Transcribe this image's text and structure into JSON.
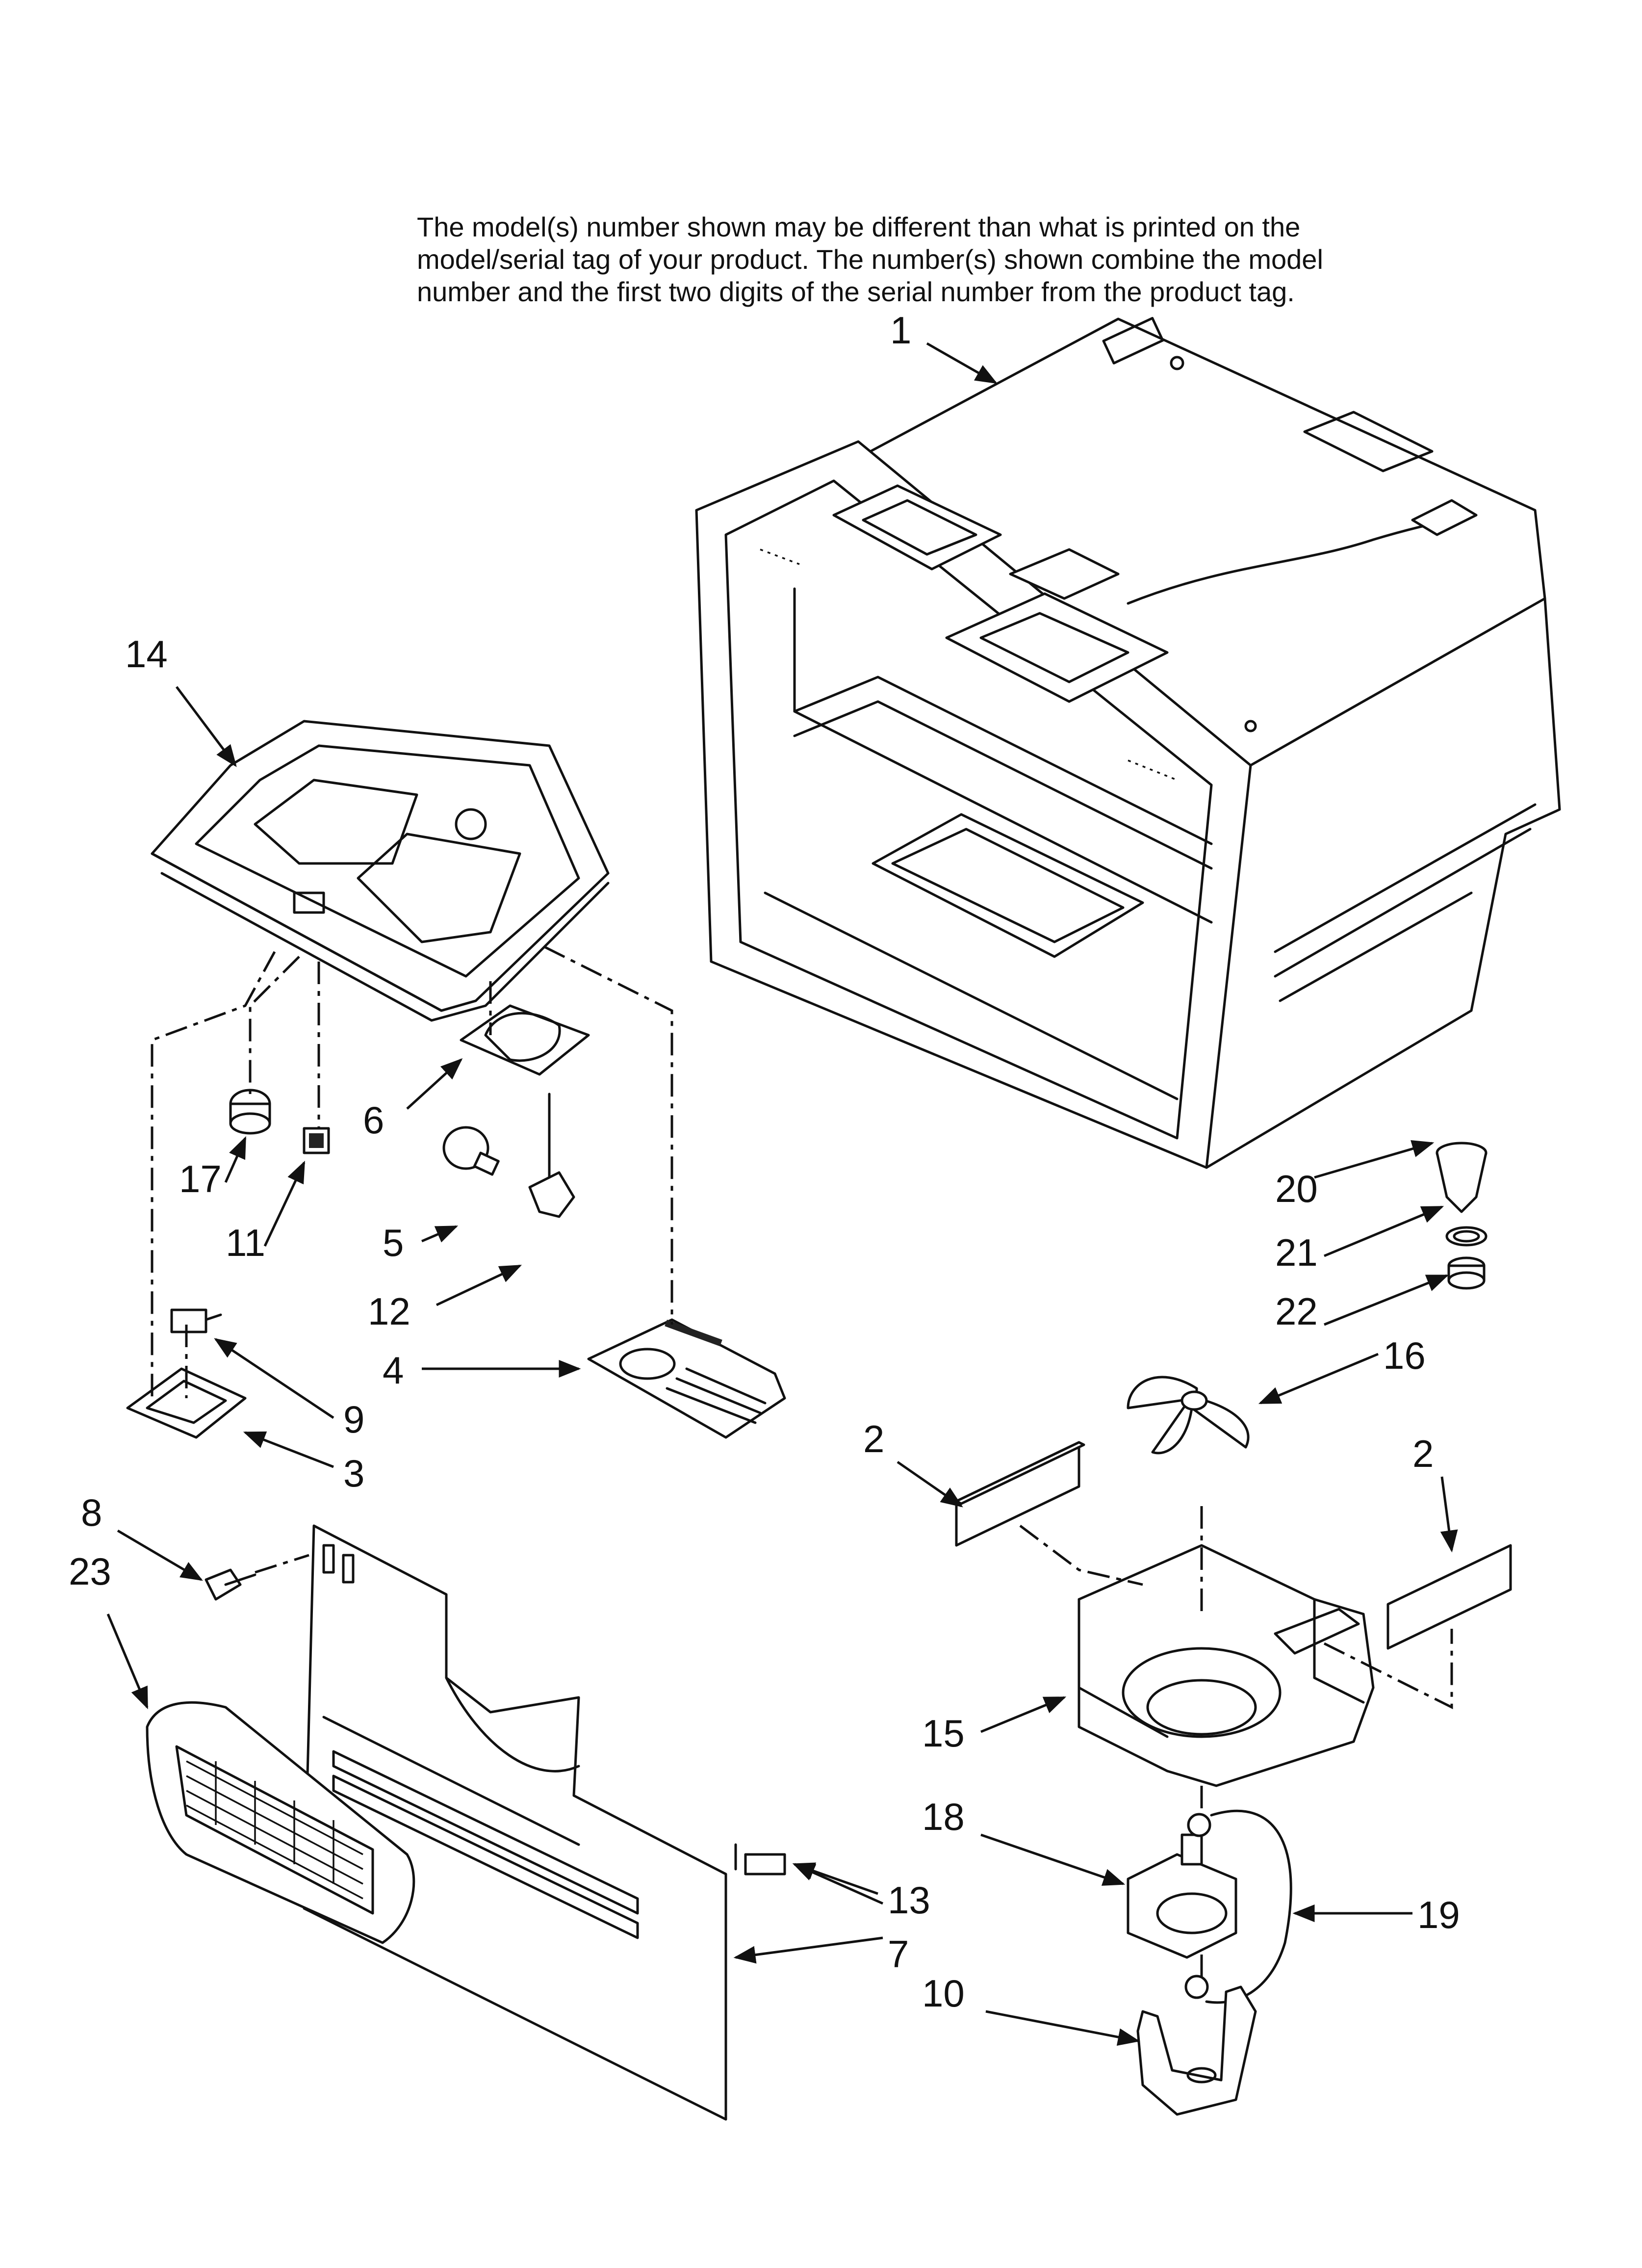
{
  "notice": {
    "line1": "The model(s) number shown may be different than what is printed on the",
    "line2": "model/serial tag of your product. The number(s) shown combine the model",
    "line3": "number and the first two digits of the serial number from the product tag."
  },
  "callouts": {
    "c1": "1",
    "c2a": "2",
    "c2b": "2",
    "c3": "3",
    "c4": "4",
    "c5": "5",
    "c6": "6",
    "c7": "7",
    "c8": "8",
    "c9": "9",
    "c10": "10",
    "c11": "11",
    "c12": "12",
    "c13": "13",
    "c14": "14",
    "c15": "15",
    "c16": "16",
    "c17": "17",
    "c18": "18",
    "c19": "19",
    "c20": "20",
    "c21": "21",
    "c22": "22",
    "c23": "23"
  }
}
